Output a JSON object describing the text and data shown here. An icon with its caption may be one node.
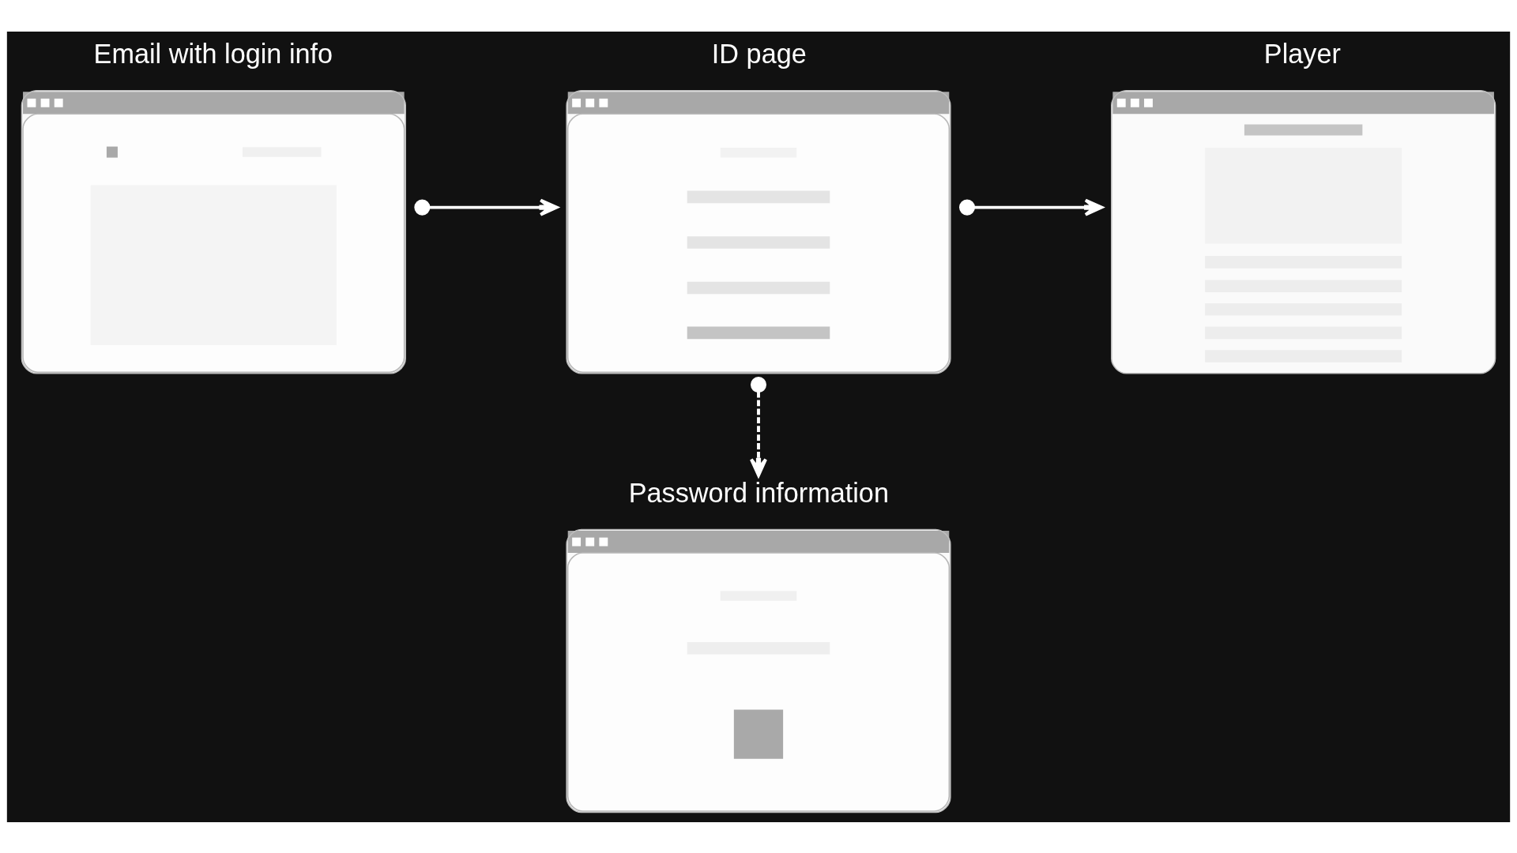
{
  "diagram": {
    "nodes": [
      {
        "text": [
          "Email with login info"
        ]
      },
      {
        "text": [
          "ID page"
        ]
      },
      {
        "text": [
          "Player"
        ]
      },
      {
        "text": [
          "Password information"
        ]
      }
    ],
    "edges": [
      {
        "from": 0,
        "to": 1,
        "arrow": "to"
      },
      {
        "from": 1,
        "to": 2,
        "arrow": "to"
      },
      {
        "from": 1,
        "to": 3,
        "arrow": "to",
        "style": "dashed"
      }
    ]
  }
}
